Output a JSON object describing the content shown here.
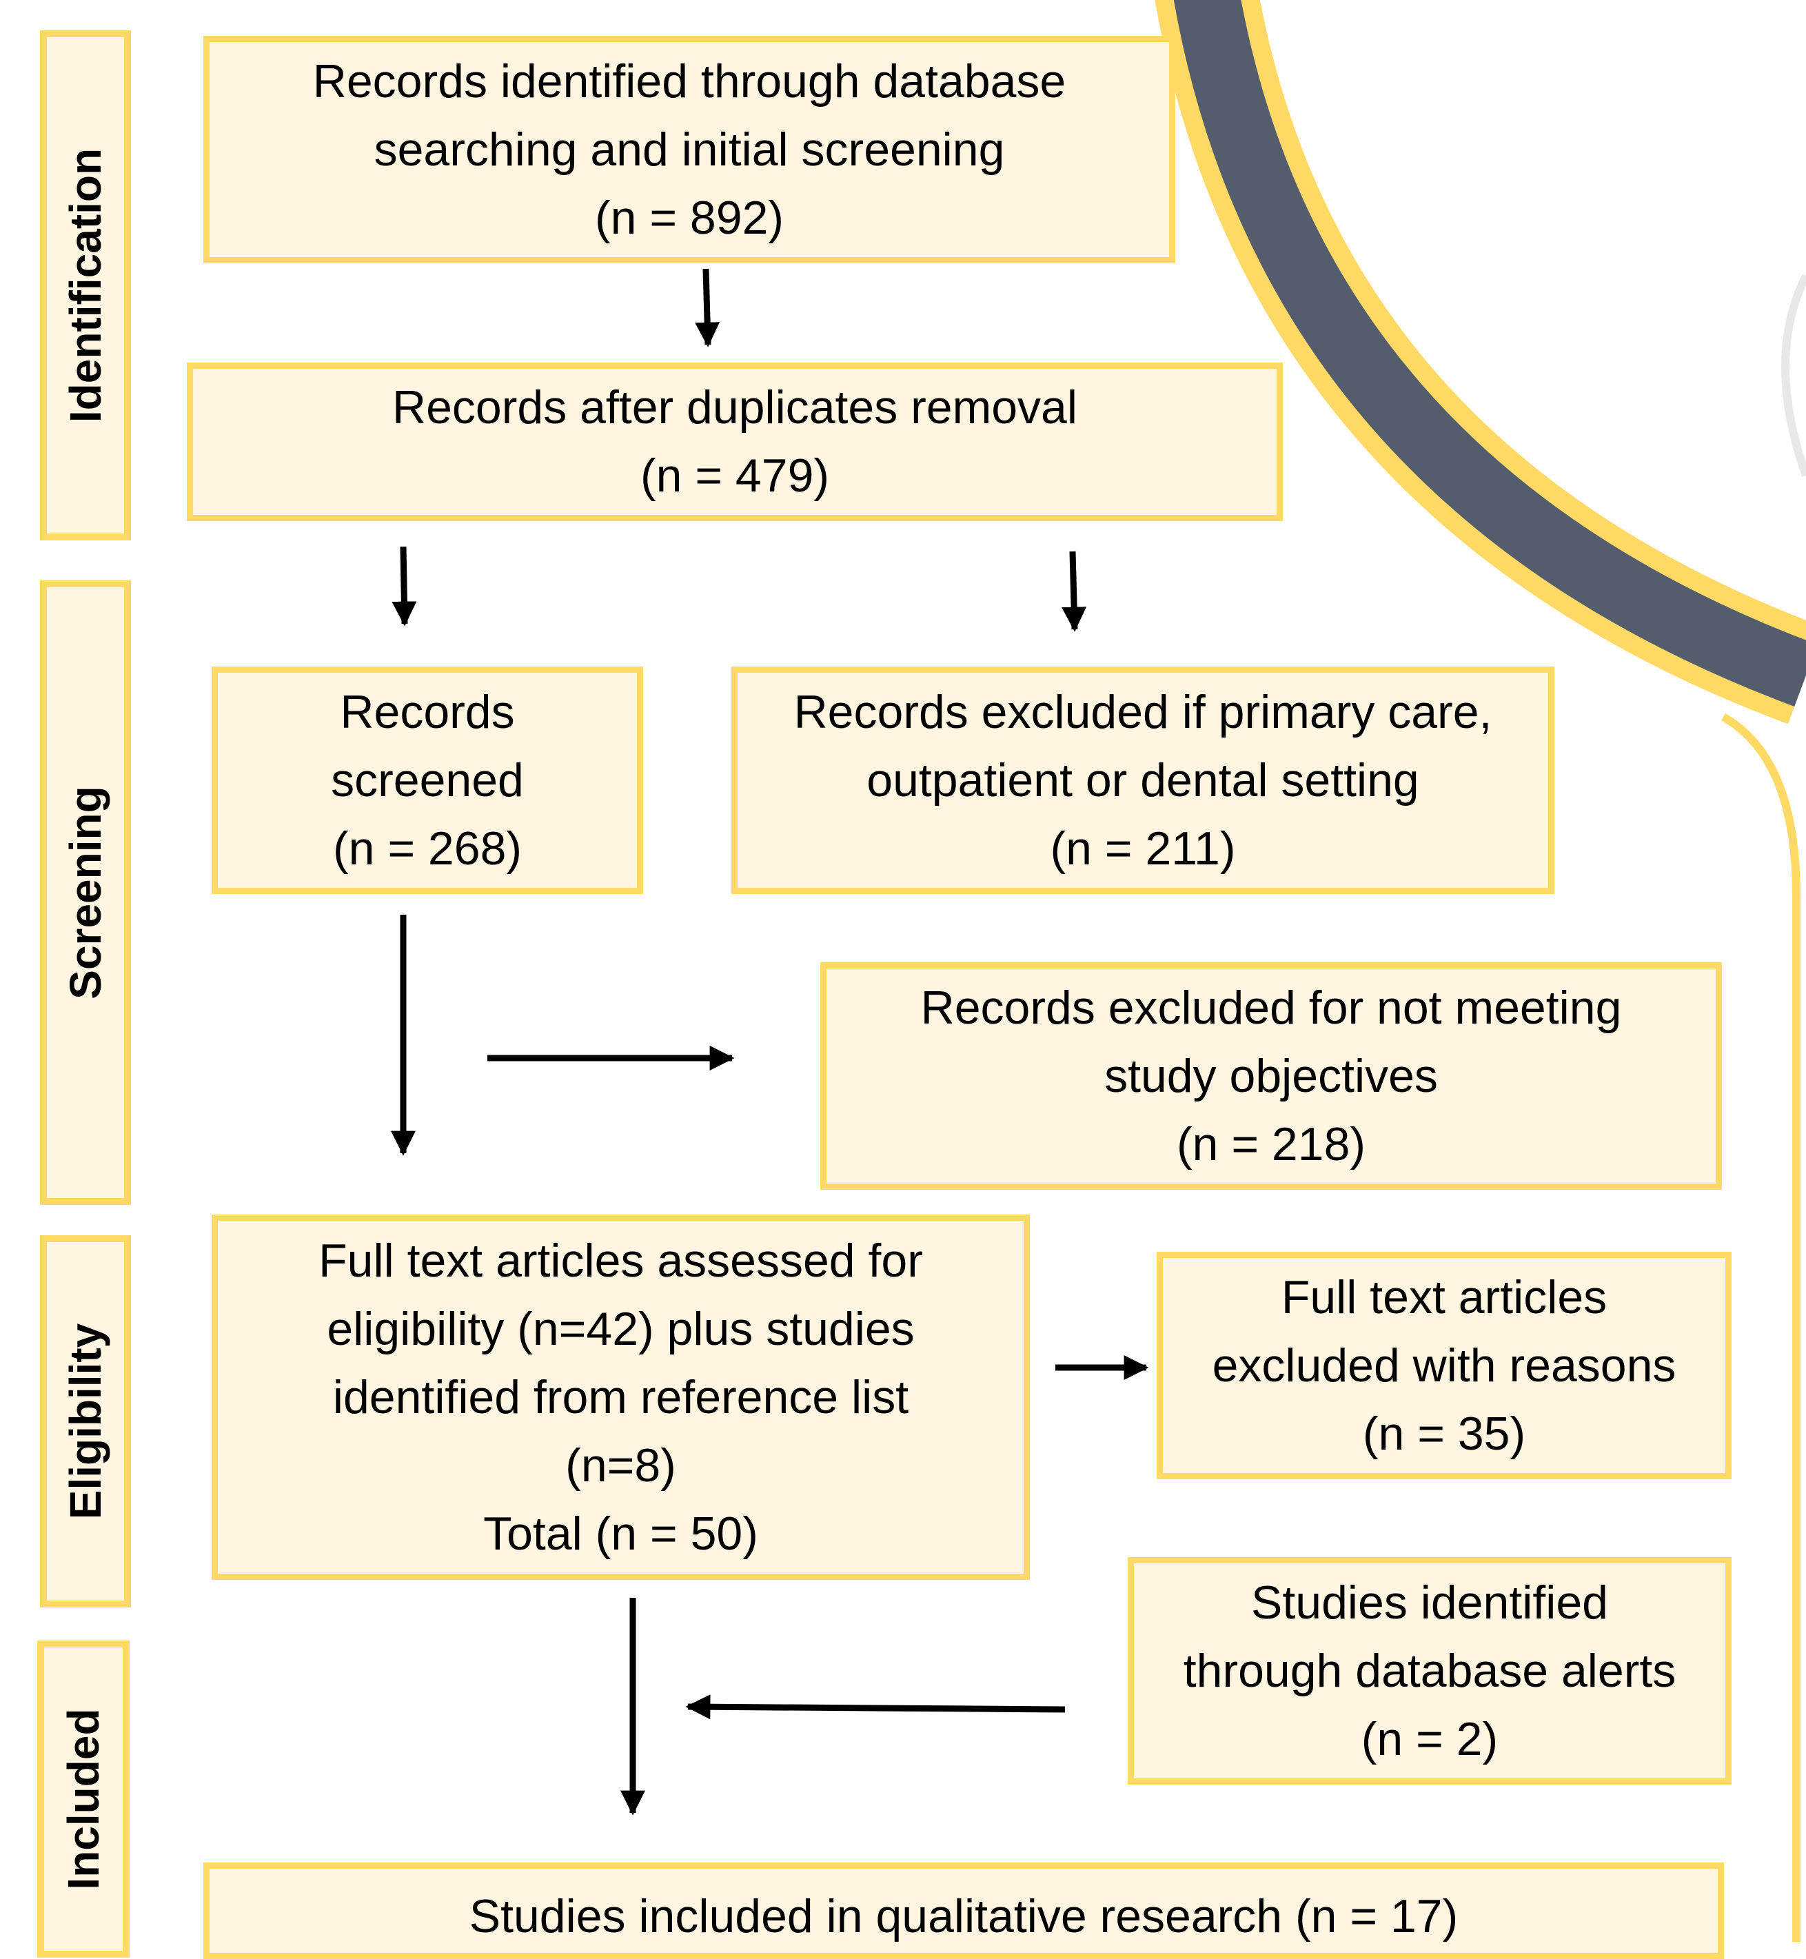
{
  "colors": {
    "box_border": "#FFD966",
    "box_fill": "#FFF5E1",
    "arrow": "#000000",
    "decor_band": "#535D6C"
  },
  "stages": {
    "identification": "Identification",
    "screening": "Screening",
    "eligibility": "Eligibility",
    "included": "Included"
  },
  "boxes": {
    "identified": {
      "line1": "Records identified through database",
      "line2": "searching and initial screening",
      "line3": "(n = 892)"
    },
    "deduplicated": {
      "line1": "Records after duplicates removal",
      "line2": "(n = 479)"
    },
    "screened": {
      "line1": "Records",
      "line2": "screened",
      "line3": "(n = 268)"
    },
    "excluded_setting": {
      "line1": "Records excluded if primary care,",
      "line2": "outpatient or dental setting",
      "line3": "(n = 211)"
    },
    "excluded_objectives": {
      "line1": "Records excluded for not meeting",
      "line2": "study objectives",
      "line3": "(n = 218)"
    },
    "full_text_assessed": {
      "line1": "Full text articles assessed for",
      "line2": "eligibility (n=42) plus studies",
      "line3": "identified from reference list",
      "line4": "(n=8)",
      "line5": "Total (n = 50)"
    },
    "full_text_excluded": {
      "line1": "Full text articles",
      "line2": "excluded with reasons",
      "line3": "(n = 35)"
    },
    "database_alerts": {
      "line1": "Studies identified",
      "line2": "through database alerts",
      "line3": "(n = 2)"
    },
    "included": {
      "line1": "Studies included in qualitative research (n = 17)"
    }
  }
}
